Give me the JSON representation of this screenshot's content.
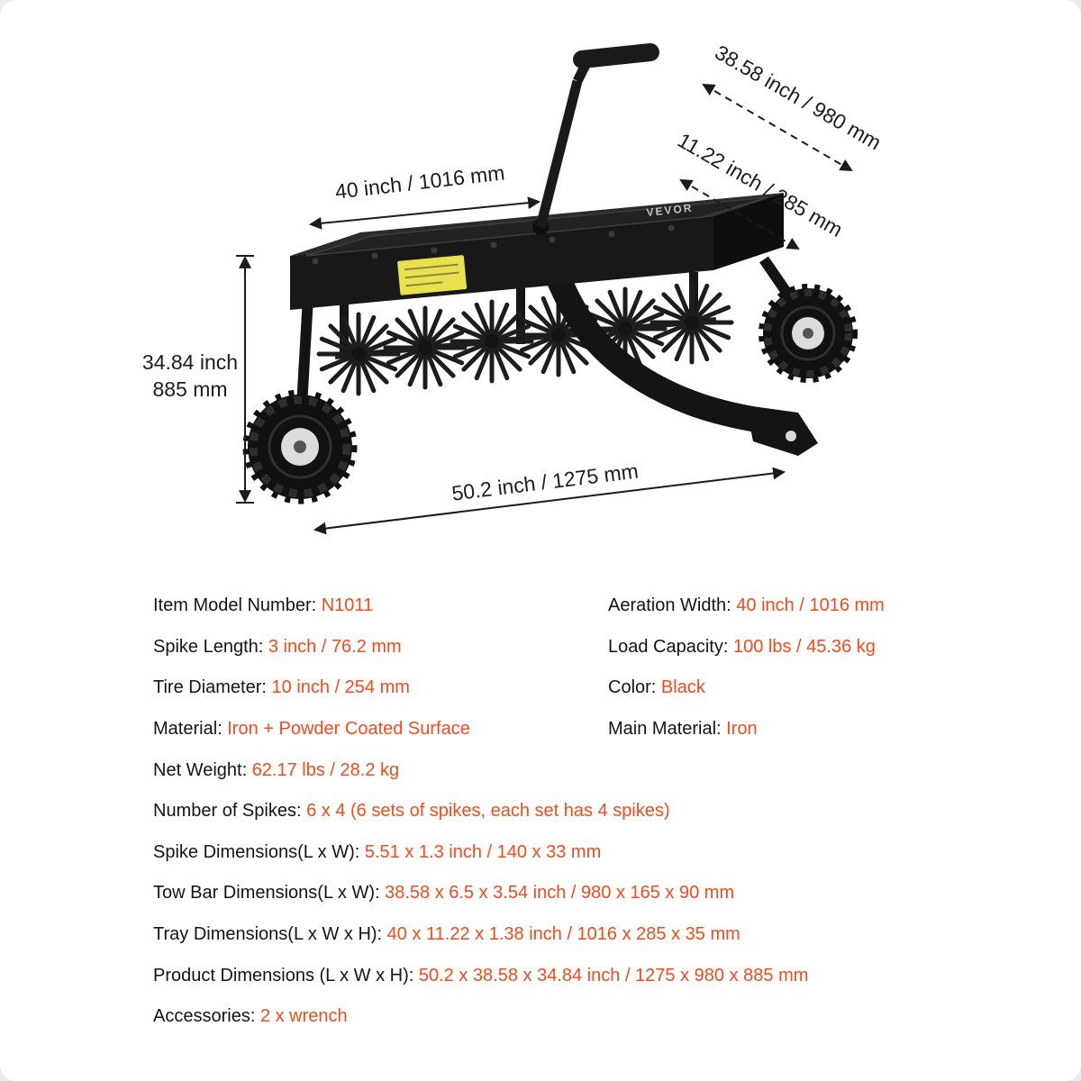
{
  "colors": {
    "accent": "#f54a1a",
    "machine": "#161616",
    "label_yellow": "#e9e04e"
  },
  "diagram": {
    "dim_length_tray": "40 inch / 1016 mm",
    "dim_towbar": "38.58 inch / 980 mm",
    "dim_depth": "11.22 inch / 285 mm",
    "dim_height_line1": "34.84 inch",
    "dim_height_line2": "885 mm",
    "dim_overall_length": "50.2 inch / 1275 mm",
    "brand": "VEVOR"
  },
  "specs": {
    "left": [
      {
        "label": "Item Model Number: ",
        "value": "N1011"
      },
      {
        "label": "Spike Length: ",
        "value": "3 inch / 76.2 mm"
      },
      {
        "label": "Tire Diameter: ",
        "value": "10 inch / 254 mm"
      },
      {
        "label": "Material: ",
        "value": "Iron + Powder Coated Surface"
      }
    ],
    "right": [
      {
        "label": "Aeration Width: ",
        "value": "40 inch / 1016 mm"
      },
      {
        "label": "Load Capacity: ",
        "value": "100 lbs / 45.36 kg"
      },
      {
        "label": "Color: ",
        "value": "Black"
      },
      {
        "label": "Main Material: ",
        "value": "Iron"
      }
    ],
    "full": [
      {
        "label": "Net Weight: ",
        "value": "62.17 lbs / 28.2 kg"
      },
      {
        "label": "Number of Spikes: ",
        "value": "6 x 4 (6 sets of spikes, each set has 4 spikes)"
      },
      {
        "label": "Spike Dimensions(L x W): ",
        "value": "5.51 x 1.3 inch / 140 x 33 mm"
      },
      {
        "label": "Tow Bar Dimensions(L x W): ",
        "value": "38.58 x 6.5 x 3.54 inch / 980 x 165 x 90 mm"
      },
      {
        "label": "Tray Dimensions(L x W x H): ",
        "value": "40 x 11.22 x 1.38 inch / 1016 x 285 x 35 mm"
      },
      {
        "label": "Product Dimensions (L x W x H): ",
        "value": "50.2 x 38.58 x 34.84 inch / 1275 x 980 x 885 mm"
      },
      {
        "label": "Accessories: ",
        "value": "2 x wrench"
      }
    ]
  }
}
